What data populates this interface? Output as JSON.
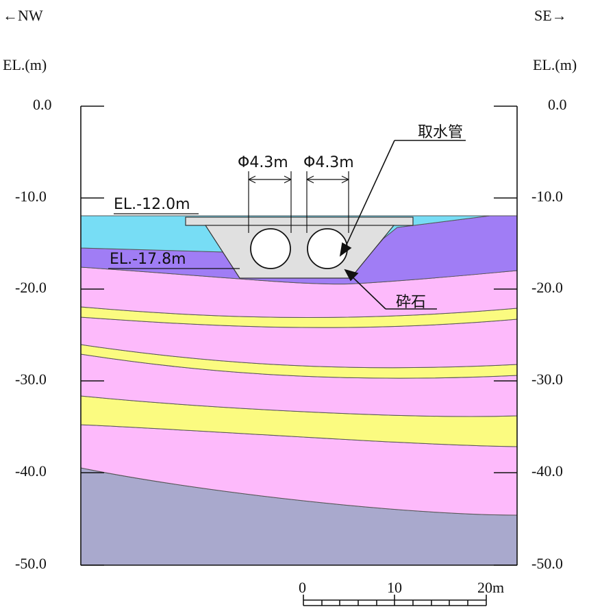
{
  "header": {
    "left_direction": "←NW",
    "right_direction": "SE→",
    "left_axis_unit": "EL.(m)",
    "right_axis_unit": "EL.(m)"
  },
  "axis": {
    "ticks": [
      "0.0",
      "-10.0",
      "-20.0",
      "-30.0",
      "-40.0",
      "-50.0"
    ]
  },
  "annotations": {
    "surface_level": "EL.-12.0m",
    "base_level": "EL.-17.8m",
    "pipe_label": "取水管",
    "gravel_label": "砕石",
    "pipe_diameter_1": "Φ4.3m",
    "pipe_diameter_2": "Φ4.3m"
  },
  "scale_bar": {
    "labels": [
      "0",
      "10",
      "20m"
    ]
  },
  "colors": {
    "cyan_layer": "#77ddf5",
    "purple_layer": "#a07df5",
    "pink_layer": "#fdbafb",
    "yellow_layer": "#fbfb80",
    "bottom_layer": "#a9a9cd",
    "structure": "#e0e0e0"
  }
}
